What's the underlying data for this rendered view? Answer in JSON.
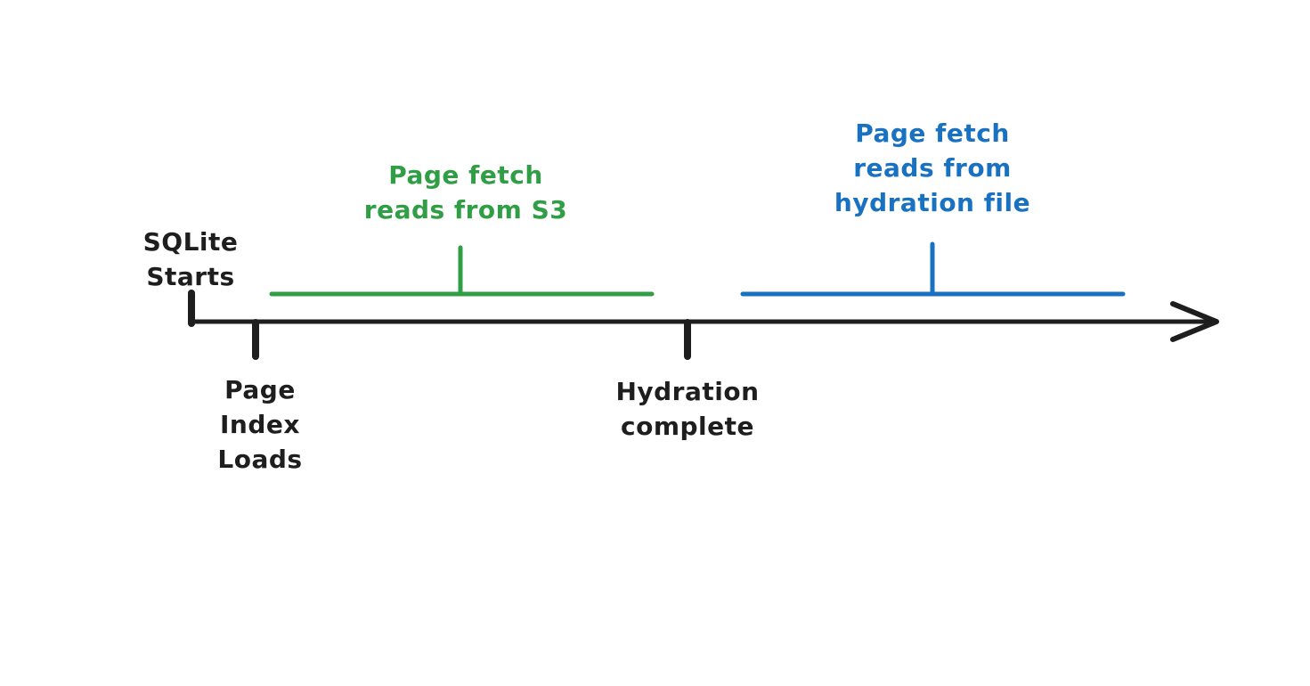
{
  "colors": {
    "timeline": "#1e1e1e",
    "s3_span": "#2f9e44",
    "hydration_span": "#1971c2"
  },
  "labels": {
    "sqlite_starts": "SQLite\nStarts",
    "page_index_loads": "Page\nIndex\nLoads",
    "hydration_complete": "Hydration\ncomplete",
    "s3_span": "Page fetch\nreads from S3",
    "hydration_span": "Page fetch\nreads from\nhydration file"
  }
}
